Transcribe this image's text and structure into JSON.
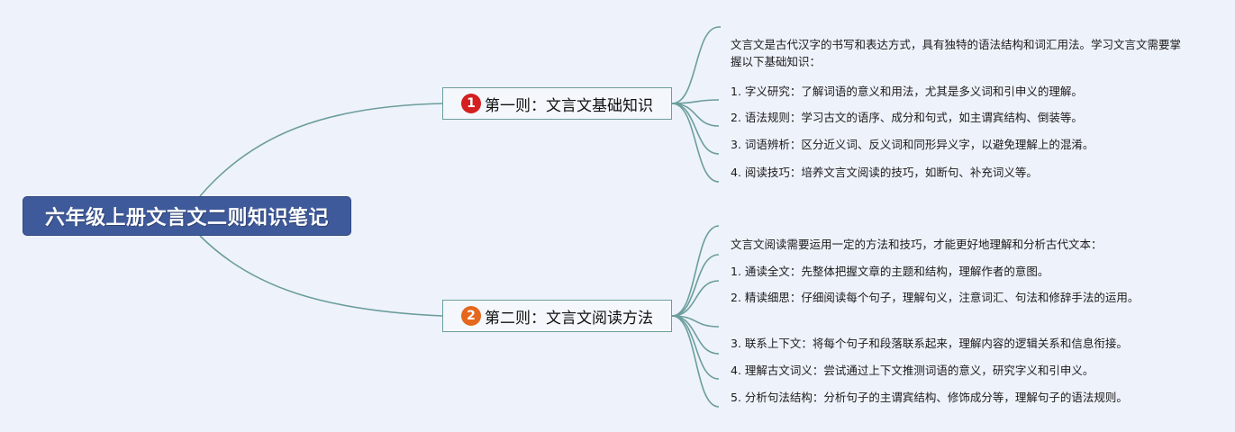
{
  "root": {
    "title": "六年级上册文言文二则知识笔记"
  },
  "colors": {
    "root_fill": "#3f5a9a",
    "link": "#6b9d9c",
    "badge1": "#d42020",
    "badge2": "#e5671e"
  },
  "branches": [
    {
      "badge": "1",
      "label": "第一则：文言文基础知识",
      "leaves": [
        "文言文是古代汉字的书写和表达方式，具有独特的语法结构和词汇用法。学习文言文需要掌握以下基础知识：",
        "1. 字义研究：了解词语的意义和用法，尤其是多义词和引申义的理解。",
        "2. 语法规则：学习古文的语序、成分和句式，如主谓宾结构、倒装等。",
        "3. 词语辨析：区分近义词、反义词和同形异义字，以避免理解上的混淆。",
        "4. 阅读技巧：培养文言文阅读的技巧，如断句、补充词义等。"
      ]
    },
    {
      "badge": "2",
      "label": "第二则：文言文阅读方法",
      "leaves": [
        "文言文阅读需要运用一定的方法和技巧，才能更好地理解和分析古代文本：",
        "1. 通读全文：先整体把握文章的主题和结构，理解作者的意图。",
        "2. 精读细思：仔细阅读每个句子，理解句义，注意词汇、句法和修辞手法的运用。",
        "3. 联系上下文：将每个句子和段落联系起来，理解内容的逻辑关系和信息衔接。",
        "4. 理解古文词义：尝试通过上下文推测词语的意义，研究字义和引申义。",
        "5. 分析句法结构：分析句子的主谓宾结构、修饰成分等，理解句子的语法规则。"
      ]
    }
  ]
}
